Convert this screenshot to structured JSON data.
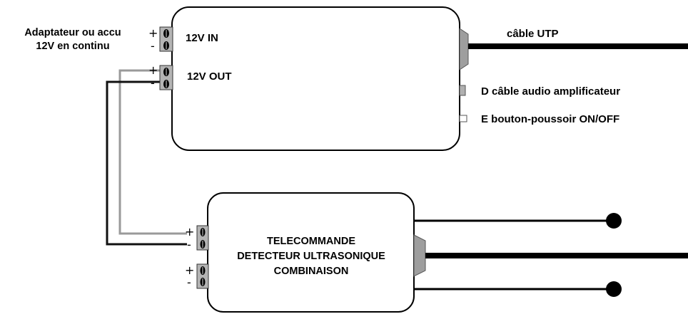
{
  "labels": {
    "power_source_line1": "Adaptateur ou accu",
    "power_source_line2": "12V en continu",
    "in_12v": "12V IN",
    "out_12v": "12V OUT",
    "utp_cable": "câble UTP",
    "audio_cable": "D câble audio amplificateur",
    "push_button": "E bouton-poussoir ON/OFF",
    "remote_line1": "TELECOMMANDE",
    "remote_line2": "DETECTEUR ULTRASONIQUE",
    "remote_line3": "COMBINAISON"
  },
  "terminals": {
    "plus": "+",
    "minus": "-"
  }
}
